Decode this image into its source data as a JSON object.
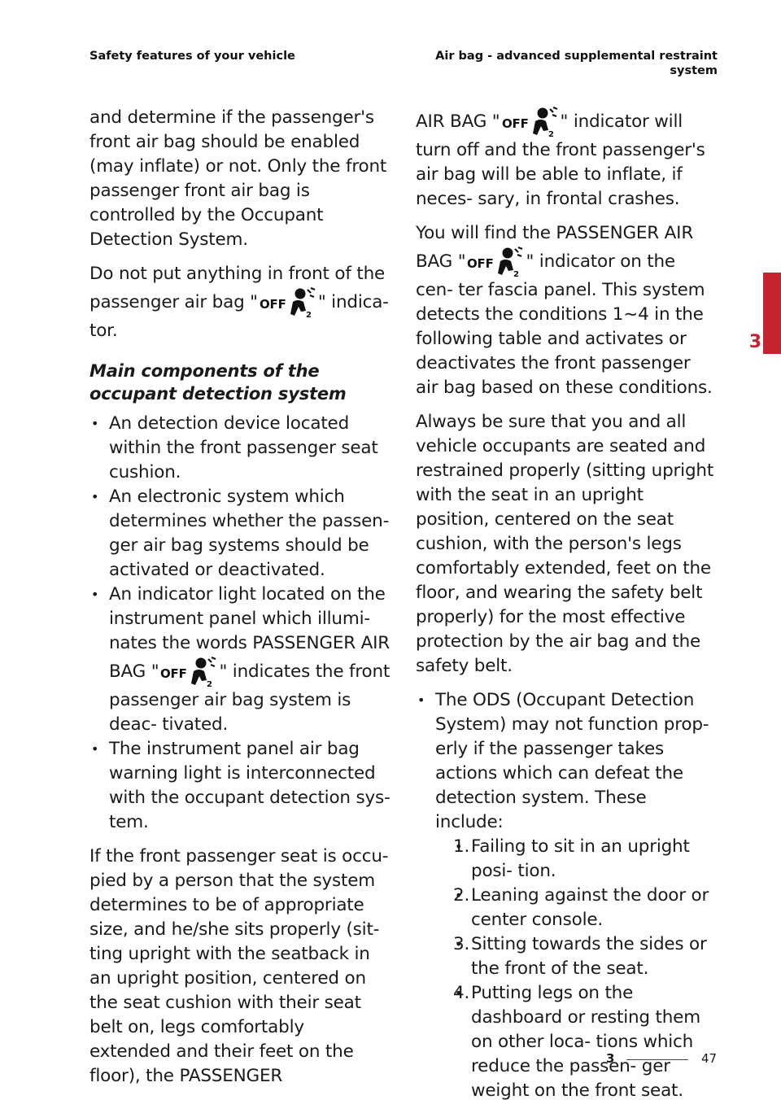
{
  "header": {
    "left": "Safety features of your vehicle",
    "right_line1": "Air bag - advanced supplemental restraint",
    "right_line2": "system"
  },
  "icon": {
    "text": "OFF",
    "digit": "2"
  },
  "left": {
    "p1": "and determine if the passenger's front air bag should be enabled (may inflate) or not. Only the front passenger front air bag is controlled by the Occupant Detection System.",
    "p2_a": "Do not put anything in front of the passenger air bag \"",
    "p2_b": "\" indica- tor.",
    "heading": "Main components of the occupant detection system",
    "b1": "An detection device located within the front passenger seat cushion.",
    "b2": "An electronic system which determines whether the passen- ger air bag systems should be activated or deactivated.",
    "b3_a": "An indicator light located on the instrument panel which illumi- nates the words PASSENGER AIR BAG \"",
    "b3_b": "\" indicates the front passenger air bag system is deac- tivated.",
    "b4": "The instrument panel air bag warning light is interconnected with the occupant detection sys- tem.",
    "p3": "If the front passenger seat is occu- pied by a person that the system determines to be of appropriate size, and he/she sits properly (sit- ting upright with the seatback in an upright position, centered on the seat cushion with their seat belt on, legs comfortably extended and their feet on the floor), the PASSENGER"
  },
  "right": {
    "p1_a": "AIR BAG \"",
    "p1_b": "\" indicator will turn off and the front passenger's air bag will be able to inflate, if neces- sary, in frontal crashes.",
    "p2_a": "You will find the PASSENGER AIR BAG \"",
    "p2_b": "\" indicator on the cen- ter fascia panel. This system detects the conditions 1~4 in the following table and activates or deactivates the front passenger air bag based on these conditions.",
    "p3": "Always be sure that you and all vehicle occupants are seated and restrained properly (sitting upright with the seat in an upright position, centered on the seat cushion, with the person's legs comfortably extended, feet on the floor, and wearing the safety belt properly) for the most effective protection by the air bag and the safety belt.",
    "bullet": "The ODS (Occupant Detection System) may not function prop- erly if the passenger takes actions which can defeat the detection system. These include:",
    "items": [
      {
        "n": "1.",
        "t": "Failing to sit in an upright posi- tion."
      },
      {
        "n": "2.",
        "t": "Leaning against the door or center console."
      },
      {
        "n": "3.",
        "t": "Sitting towards the sides or the front of the seat."
      },
      {
        "n": "4.",
        "t": "Putting legs on the dashboard or resting them on other loca- tions which reduce the passen- ger weight on the front seat."
      }
    ]
  },
  "side_tab": {
    "number": "3",
    "color": "#c5232f"
  },
  "footer": {
    "chapter": "3",
    "page": "47"
  }
}
